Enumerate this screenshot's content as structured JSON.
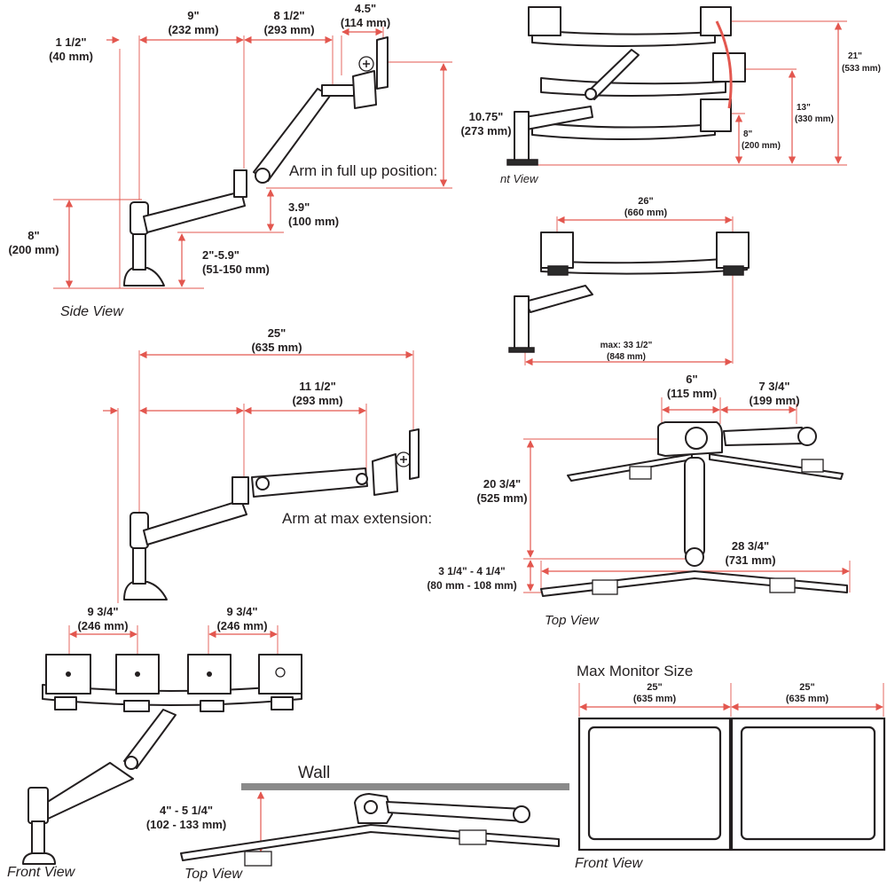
{
  "side_view": {
    "d_top_offset": [
      "1 1/2\"",
      "(40 mm)"
    ],
    "d_arm1": [
      "9\"",
      "(232 mm)"
    ],
    "d_arm2": [
      "8 1/2\"",
      "(293 mm)"
    ],
    "d_tilt": [
      "4.5\"",
      "(114 mm)"
    ],
    "d_height": [
      "8\"",
      "(200 mm)"
    ],
    "d_up_height": [
      "10.75\"",
      "(273 mm)"
    ],
    "d_drop": [
      "3.9\"",
      "(100 mm)"
    ],
    "d_clamp": [
      "2\"-5.9\"",
      "(51-150 mm)"
    ],
    "note": "Arm in full up position:",
    "caption": "Side View"
  },
  "max_extension": {
    "d_total": [
      "25\"",
      "(635 mm)"
    ],
    "d_arm2": [
      "11 1/2\"",
      "(293 mm)"
    ],
    "note": "Arm at max extension:"
  },
  "front_view_swing": {
    "d_top": [
      "21\"",
      "(533 mm)"
    ],
    "d_mid": [
      "13\"",
      "(330 mm)"
    ],
    "d_low": [
      "8\"",
      "(200 mm)"
    ],
    "caption": "nt View"
  },
  "dual_front": {
    "d_span": [
      "26\"",
      "(660 mm)"
    ],
    "d_max": [
      "max: 33 1/2\"",
      "(848 mm)"
    ]
  },
  "top_view": {
    "d_pivot": [
      "6\"",
      "(115 mm)"
    ],
    "d_crossbar": [
      "7 3/4\"",
      "(199 mm)"
    ],
    "d_reach": [
      "20 3/4\"",
      "(525 mm)"
    ],
    "d_width": [
      "28 3/4\"",
      "(731 mm)"
    ],
    "d_base": [
      "3 1/4\" - 4 1/4\"",
      "(80 mm - 108 mm)"
    ],
    "caption": "Top View"
  },
  "quad_front": {
    "d_spacing_left": [
      "9 3/4\"",
      "(246 mm)"
    ],
    "d_spacing_right": [
      "9 3/4\"",
      "(246 mm)"
    ],
    "caption": "Front View"
  },
  "wall_top": {
    "wall_label": "Wall",
    "d_gap": [
      "4\" - 5 1/4\"",
      "(102 - 133 mm)"
    ],
    "caption": "Top View"
  },
  "max_monitor": {
    "title": "Max Monitor Size",
    "d_left": [
      "25\"",
      "(635 mm)"
    ],
    "d_right": [
      "25\"",
      "(635 mm)"
    ],
    "caption": "Front View"
  },
  "colors": {
    "dimension": "#e3574f",
    "outline": "#231f20",
    "wall": "#8a8a8a"
  }
}
